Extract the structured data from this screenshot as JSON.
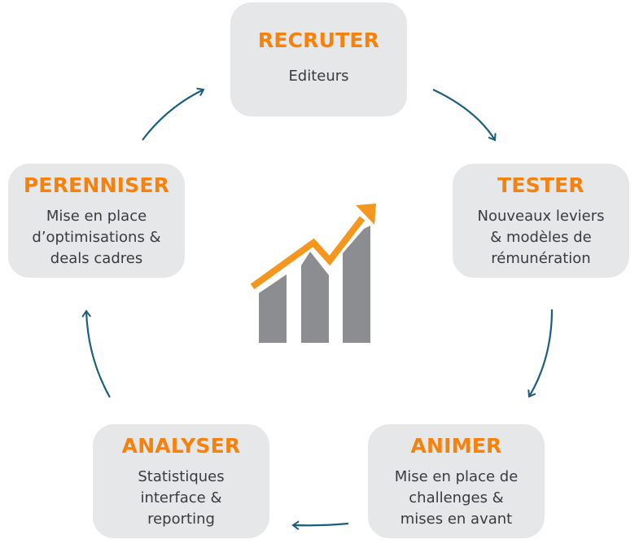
{
  "diagram": {
    "steps": [
      {
        "title": "RECRUTER",
        "lines": [
          "Editeurs"
        ]
      },
      {
        "title": "TESTER",
        "lines": [
          "Nouveaux leviers",
          "& modèles de",
          "rémunération"
        ]
      },
      {
        "title": "ANIMER",
        "lines": [
          "Mise en place de",
          "challenges &",
          "mises en avant"
        ]
      },
      {
        "title": "ANALYSER",
        "lines": [
          "Statistiques",
          "interface &",
          "reporting"
        ]
      },
      {
        "title": "PERENNISER",
        "lines": [
          "Mise en place",
          "d’optimisations &",
          "deals cadres"
        ]
      }
    ],
    "center_icon": "growth-chart-icon",
    "colors": {
      "accent": "#f5820d",
      "arrow": "#1b5e7e",
      "box": "#e6e7e9",
      "bars": "#8c8d90"
    }
  }
}
